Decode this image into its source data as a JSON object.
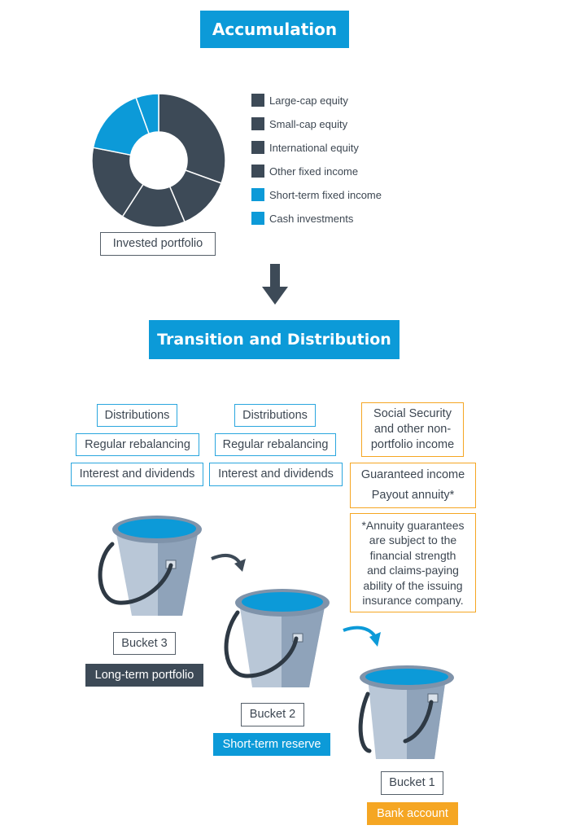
{
  "titles": {
    "accumulation": "Accumulation",
    "transition": "Transition and Distribution"
  },
  "donut": {
    "caption": "Invested portfolio",
    "legend": [
      {
        "label": "Large-cap equity",
        "color": "#3d4a57"
      },
      {
        "label": "Small-cap equity",
        "color": "#3d4a57"
      },
      {
        "label": "International equity",
        "color": "#3d4a57"
      },
      {
        "label": "Other fixed income",
        "color": "#3d4a57"
      },
      {
        "label": "Short-term fixed income",
        "color": "#0c9ad8"
      },
      {
        "label": "Cash investments",
        "color": "#0c9ad8"
      }
    ]
  },
  "column1": [
    "Distributions",
    "Regular rebalancing",
    "Interest and dividends"
  ],
  "column2": [
    "Distributions",
    "Regular rebalancing",
    "Interest and dividends"
  ],
  "column3": {
    "social_line1": "Social Security",
    "social_line2": "and other non-",
    "social_line3": "portfolio income",
    "guaranteed": "Guaranteed income",
    "payout": "Payout annuity*",
    "note": [
      "*Annuity guarantees",
      "are subject to the",
      "financial strength",
      "and claims-paying",
      "ability of the issuing",
      "insurance company."
    ]
  },
  "buckets": {
    "b3_label": "Bucket 3",
    "b3_tag": "Long-term portfolio",
    "b2_label": "Bucket 2",
    "b2_tag": "Short-term reserve",
    "b1_label": "Bucket 1",
    "b1_tag": "Bank account"
  },
  "colors": {
    "brand_blue": "#0c9ad8",
    "dark_slate": "#3d4a57",
    "orange": "#f5a623"
  }
}
